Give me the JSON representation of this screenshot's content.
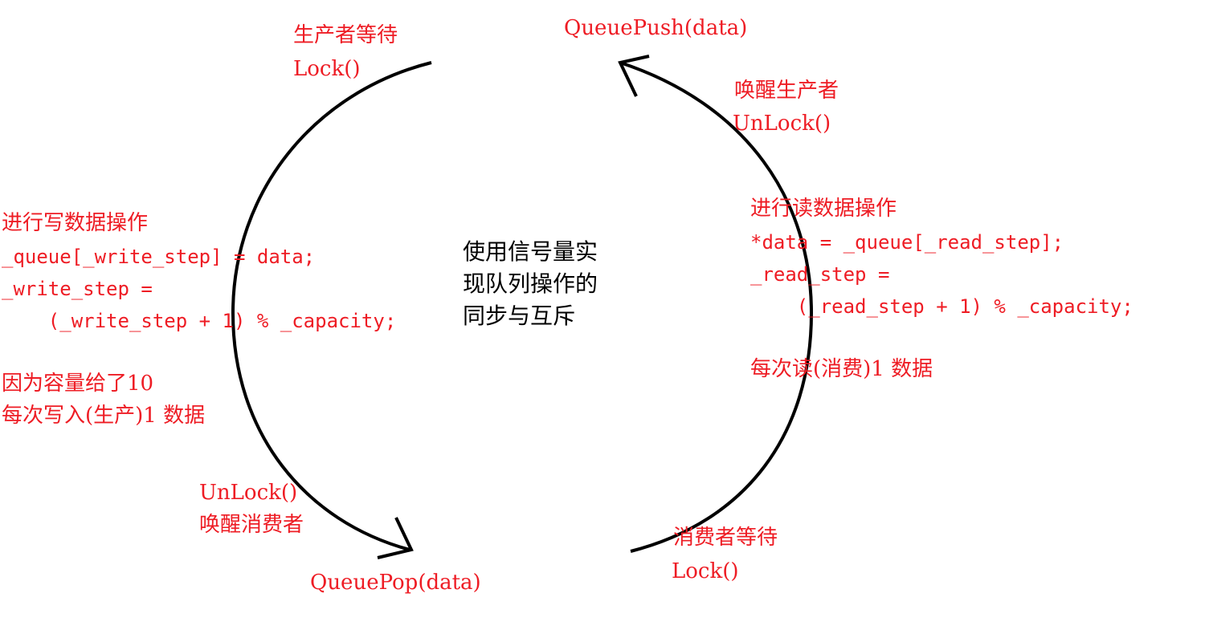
{
  "colors": {
    "annotation": "#ee1c24",
    "arrow": "#000000",
    "center_text": "#000000"
  },
  "producer_wait": {
    "title": "生产者等待",
    "call": "Lock()"
  },
  "queue_push": "QueuePush(data)",
  "wake_producer": {
    "title": "唤醒生产者",
    "call": "UnLock()"
  },
  "write_op": {
    "title": "进行写数据操作",
    "code": [
      "_queue[_write_step] = data;",
      "_write_step =",
      "    (_write_step + 1) % _capacity;"
    ],
    "notes": [
      "因为容量给了10",
      "每次写入(生产)1 数据"
    ]
  },
  "read_op": {
    "title": "进行读数据操作",
    "code": [
      "*data = _queue[_read_step];",
      "_read_step =",
      "    (_read_step + 1) % _capacity;"
    ],
    "note": "每次读(消费)1 数据"
  },
  "center": [
    "使用信号量实",
    "现队列操作的",
    "同步与互斥"
  ],
  "wake_consumer": {
    "call": "UnLock()",
    "title": "唤醒消费者"
  },
  "queue_pop": "QueuePop(data)",
  "consumer_wait": {
    "title": "消费者等待",
    "call": "Lock()"
  }
}
